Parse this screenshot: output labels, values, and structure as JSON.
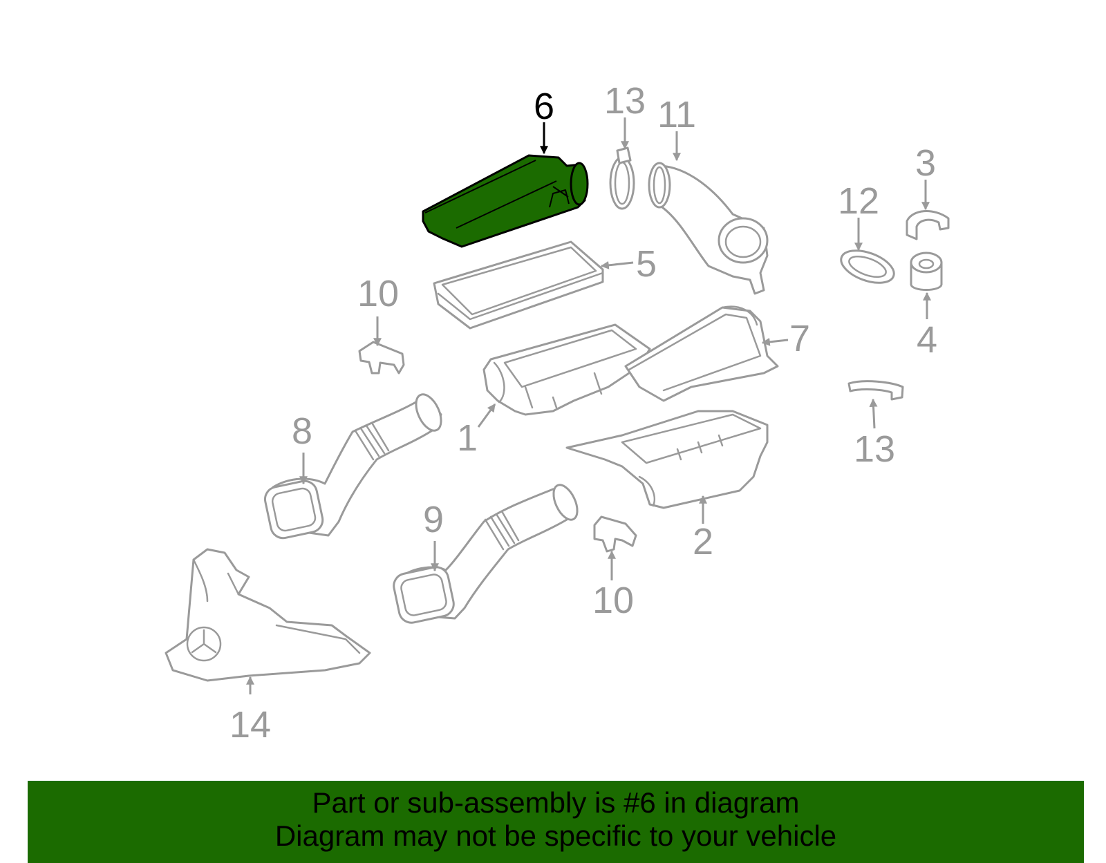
{
  "callouts": {
    "c1": "1",
    "c2": "2",
    "c3": "3",
    "c4": "4",
    "c5": "5",
    "c6": "6",
    "c7": "7",
    "c8": "8",
    "c9": "9",
    "c10a": "10",
    "c10b": "10",
    "c11": "11",
    "c12": "12",
    "c13a": "13",
    "c13b": "13",
    "c14": "14"
  },
  "highlighted_part": "6",
  "colors": {
    "highlight": "#1b6b00",
    "part_outline": "#9a9a9a",
    "callout_text": "#9a9a9a",
    "banner_background": "#1b6b00"
  },
  "banner": {
    "line1": "Part or sub-assembly is #6 in diagram",
    "line2": "Diagram may not be specific to your vehicle"
  }
}
